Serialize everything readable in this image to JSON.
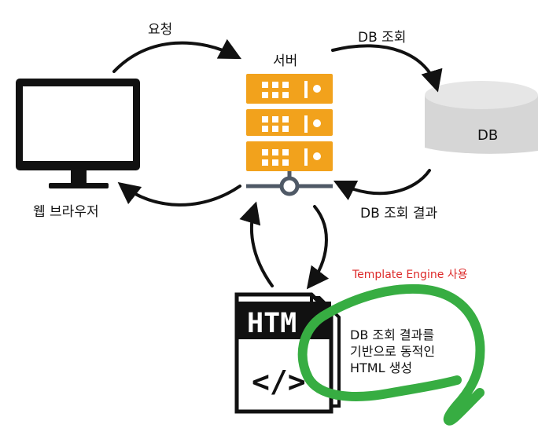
{
  "labels": {
    "request": "요청",
    "server": "서버",
    "db_query": "DB 조회",
    "db": "DB",
    "web_browser": "웹 브라우저",
    "db_result": "DB 조회 결과",
    "template_engine": "Template Engine 사용"
  },
  "html_document": {
    "title": "HTM",
    "code_symbol": "</>"
  },
  "note_lines": [
    "DB 조회 결과를",
    "기반으로 동적인",
    "HTML 생성"
  ],
  "colors": {
    "server": "#f2a21c",
    "database": "#d6d6d6",
    "highlight": "#37ad42",
    "accent_text": "#dd2a2a",
    "stroke": "#111111"
  }
}
